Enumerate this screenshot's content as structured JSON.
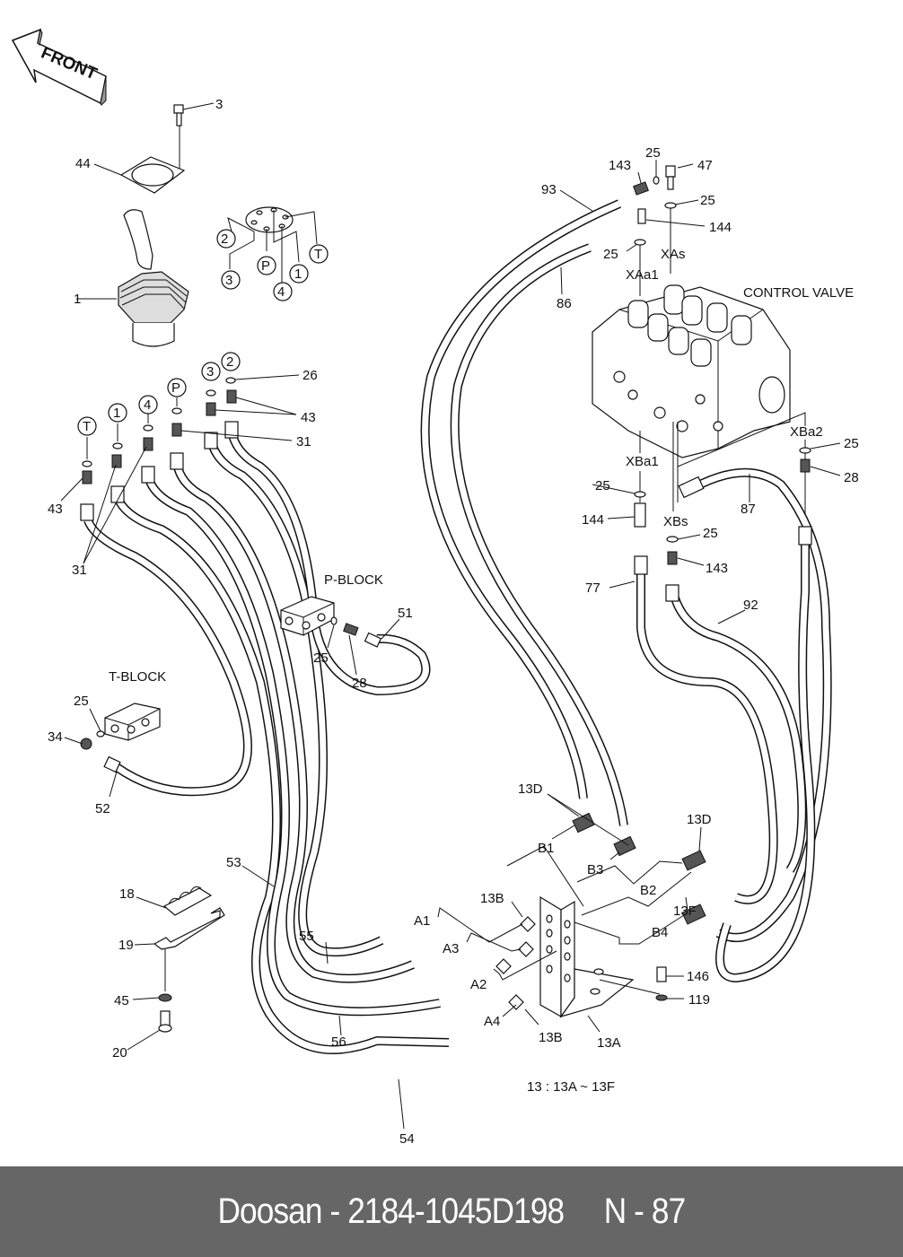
{
  "diagram": {
    "front_label": "FRONT",
    "groups": {
      "control_valve": "CONTROL VALVE",
      "p_block": "P-BLOCK",
      "t_block": "T-BLOCK"
    },
    "note": "13 : 13A ~ 13F",
    "port_circles": {
      "pattern": [
        "2",
        "3",
        "P",
        "4",
        "1",
        "T"
      ],
      "fittings": [
        "T",
        "1",
        "4",
        "P",
        "3",
        "2"
      ]
    },
    "callouts": [
      {
        "id": "c3",
        "text": "3"
      },
      {
        "id": "c44",
        "text": "44"
      },
      {
        "id": "c1",
        "text": "1"
      },
      {
        "id": "c26",
        "text": "26"
      },
      {
        "id": "c43a",
        "text": "43"
      },
      {
        "id": "c31a",
        "text": "31"
      },
      {
        "id": "c43b",
        "text": "43"
      },
      {
        "id": "c31b",
        "text": "31"
      },
      {
        "id": "c25pb",
        "text": "25"
      },
      {
        "id": "c28pb",
        "text": "28"
      },
      {
        "id": "c51",
        "text": "51"
      },
      {
        "id": "c25tb",
        "text": "25"
      },
      {
        "id": "c34",
        "text": "34"
      },
      {
        "id": "c52",
        "text": "52"
      },
      {
        "id": "c53",
        "text": "53"
      },
      {
        "id": "c18",
        "text": "18"
      },
      {
        "id": "c19",
        "text": "19"
      },
      {
        "id": "c45",
        "text": "45"
      },
      {
        "id": "c20",
        "text": "20"
      },
      {
        "id": "c55",
        "text": "55"
      },
      {
        "id": "c56",
        "text": "56"
      },
      {
        "id": "c54",
        "text": "54"
      },
      {
        "id": "c93",
        "text": "93"
      },
      {
        "id": "c143a",
        "text": "143"
      },
      {
        "id": "c25a",
        "text": "25"
      },
      {
        "id": "c47",
        "text": "47"
      },
      {
        "id": "c25b",
        "text": "25"
      },
      {
        "id": "c144a",
        "text": "144"
      },
      {
        "id": "c25c",
        "text": "25"
      },
      {
        "id": "cXAs",
        "text": "XAs"
      },
      {
        "id": "cXAa1",
        "text": "XAa1"
      },
      {
        "id": "c86",
        "text": "86"
      },
      {
        "id": "cXBa2",
        "text": "XBa2"
      },
      {
        "id": "c25d",
        "text": "25"
      },
      {
        "id": "c28",
        "text": "28"
      },
      {
        "id": "cXBa1",
        "text": "XBa1"
      },
      {
        "id": "c25e",
        "text": "25"
      },
      {
        "id": "c144b",
        "text": "144"
      },
      {
        "id": "c87",
        "text": "87"
      },
      {
        "id": "cXBs",
        "text": "XBs"
      },
      {
        "id": "c25f",
        "text": "25"
      },
      {
        "id": "c143b",
        "text": "143"
      },
      {
        "id": "c77",
        "text": "77"
      },
      {
        "id": "c92",
        "text": "92"
      },
      {
        "id": "c13Da",
        "text": "13D"
      },
      {
        "id": "cB1",
        "text": "B1"
      },
      {
        "id": "cB3",
        "text": "B3"
      },
      {
        "id": "c13Db",
        "text": "13D"
      },
      {
        "id": "cB2",
        "text": "B2"
      },
      {
        "id": "c13F",
        "text": "13F"
      },
      {
        "id": "cB4",
        "text": "B4"
      },
      {
        "id": "c13Ba",
        "text": "13B"
      },
      {
        "id": "cA1",
        "text": "A1"
      },
      {
        "id": "cA3",
        "text": "A3"
      },
      {
        "id": "cA2",
        "text": "A2"
      },
      {
        "id": "cA4",
        "text": "A4"
      },
      {
        "id": "c13Bb",
        "text": "13B"
      },
      {
        "id": "c13A",
        "text": "13A"
      },
      {
        "id": "c146",
        "text": "146"
      },
      {
        "id": "c119",
        "text": "119"
      }
    ]
  },
  "footer": {
    "brand": "Doosan",
    "part_number": "2184-1045D198",
    "page": "N - 87",
    "text": "Doosan - 2184-1045D198     N - 87"
  }
}
